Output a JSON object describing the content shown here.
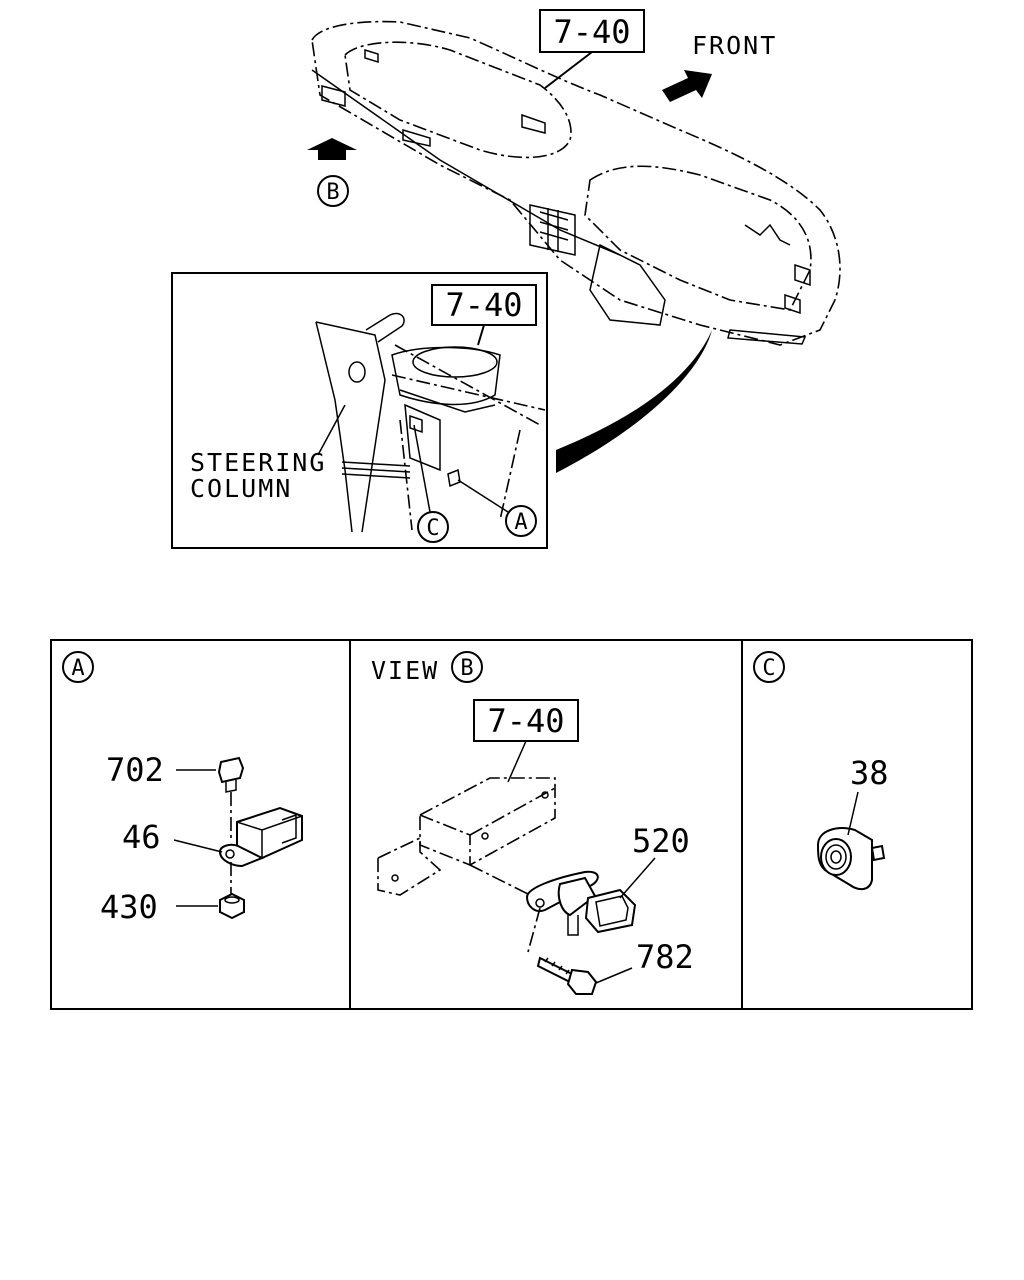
{
  "overview": {
    "ref_label": "7-40",
    "front_label": "FRONT",
    "view_b_marker": "B"
  },
  "inset": {
    "ref_label": "7-40",
    "steering_line1": "STEERING",
    "steering_line2": "COLUMN",
    "marker_c": "C",
    "marker_a": "A"
  },
  "panel_a": {
    "marker": "A",
    "parts": {
      "bolt": "702",
      "sensor": "46",
      "nut": "430"
    }
  },
  "panel_b": {
    "view_label": "VIEW",
    "marker": "B",
    "ref_label": "7-40",
    "parts": {
      "sensor": "520",
      "screw": "782"
    }
  },
  "panel_c": {
    "marker": "C",
    "parts": {
      "sensor": "38"
    }
  }
}
